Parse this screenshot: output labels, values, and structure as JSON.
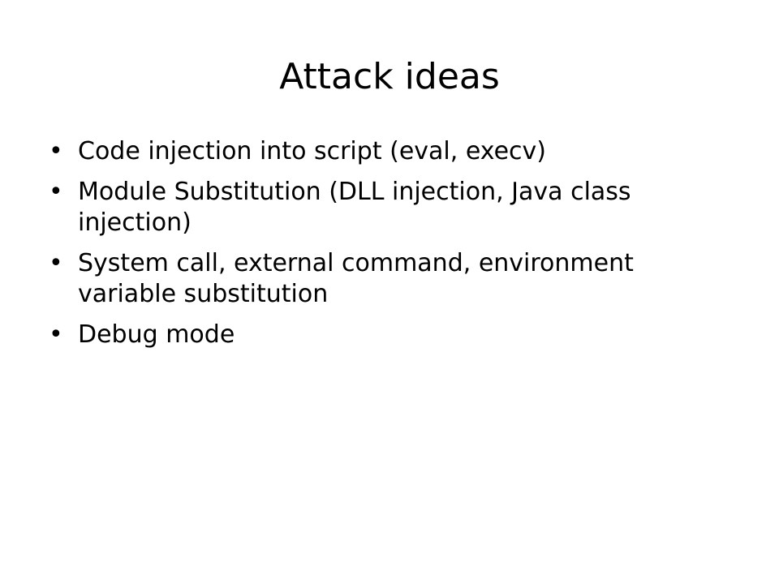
{
  "slide": {
    "title": "Attack ideas",
    "bullet_glyph": "•",
    "bullets": [
      "Code injection into script (eval, execv)",
      "Module Substitution (DLL injection, Java class injection)",
      "System call, external command, environment variable substitution",
      "Debug mode"
    ]
  }
}
